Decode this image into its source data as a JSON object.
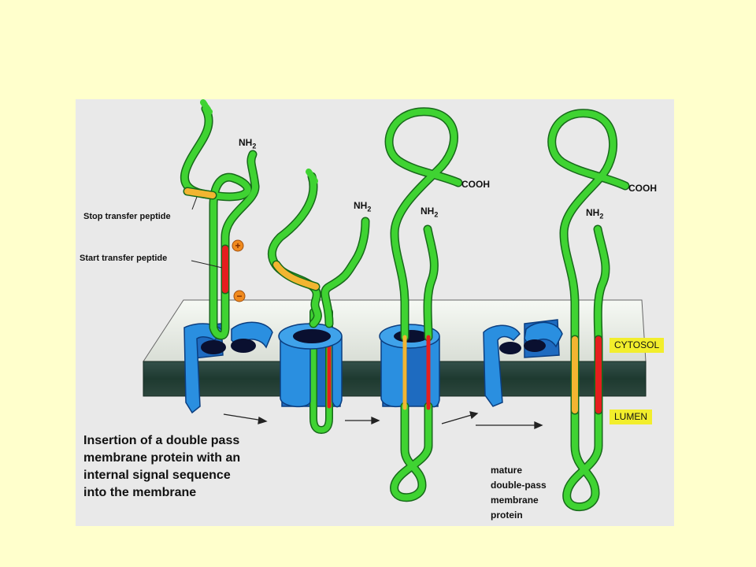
{
  "labels": {
    "nh2_sub": "2",
    "nh2_main": "NH",
    "cooh": "COOH",
    "stop_transfer": "Stop transfer peptide",
    "start_transfer": "Start transfer peptide",
    "plus": "+",
    "minus": "−",
    "cytosol": "CYTOSOL",
    "lumen": "LUMEN"
  },
  "caption": {
    "line1": "Insertion of a double pass",
    "line2": "membrane protein with an",
    "line3": "internal signal sequence",
    "line4": "into the membrane"
  },
  "mature": {
    "line1": "mature",
    "line2": "double-pass",
    "line3": "membrane",
    "line4": "protein"
  },
  "colors": {
    "slide_background": "#FFFFCC",
    "figure_background": "#E9E9E9",
    "peptide_chain": "#3FD332",
    "stop_transfer_segment": "#F2B531",
    "start_transfer_segment": "#E51E1E",
    "translocon": "#2A8FE0",
    "membrane": "#253E33",
    "label_tag": "#F2EE2C",
    "charge_marker": "#F08A1E"
  }
}
